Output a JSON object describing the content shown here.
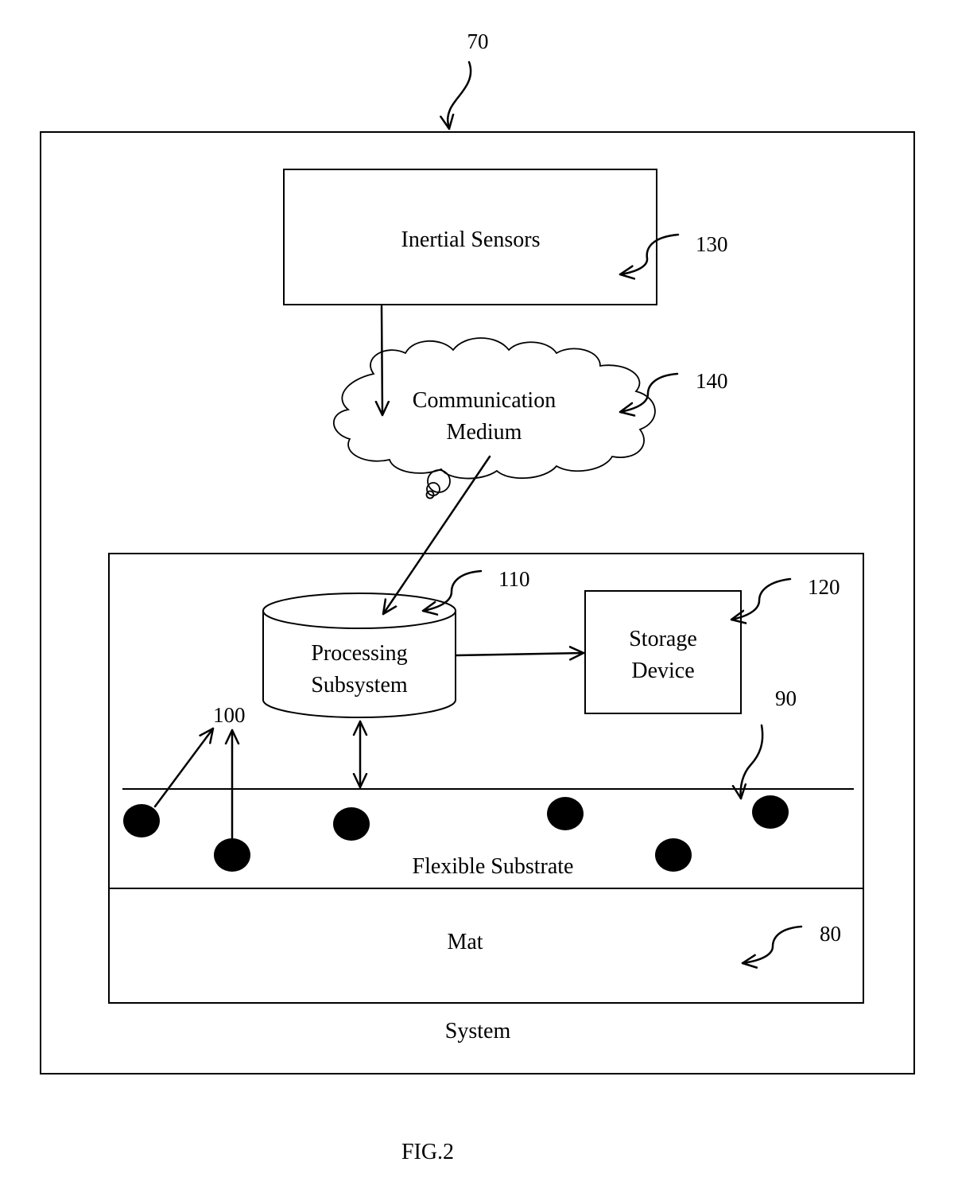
{
  "figure": {
    "caption": "FIG.2",
    "system": {
      "label": "System",
      "ref": "70"
    },
    "inertial_sensors": {
      "label": "Inertial Sensors",
      "ref": "130"
    },
    "communication_medium": {
      "label_line1": "Communication",
      "label_line2": "Medium",
      "ref": "140"
    },
    "processing_subsystem": {
      "label_line1": "Processing",
      "label_line2": "Subsystem",
      "ref": "110"
    },
    "storage_device": {
      "label_line1": "Storage",
      "label_line2": "Device",
      "ref": "120"
    },
    "sensors": {
      "ref": "100"
    },
    "flexible_substrate": {
      "label": "Flexible Substrate",
      "ref": "90"
    },
    "mat": {
      "label": "Mat",
      "ref": "80"
    }
  }
}
